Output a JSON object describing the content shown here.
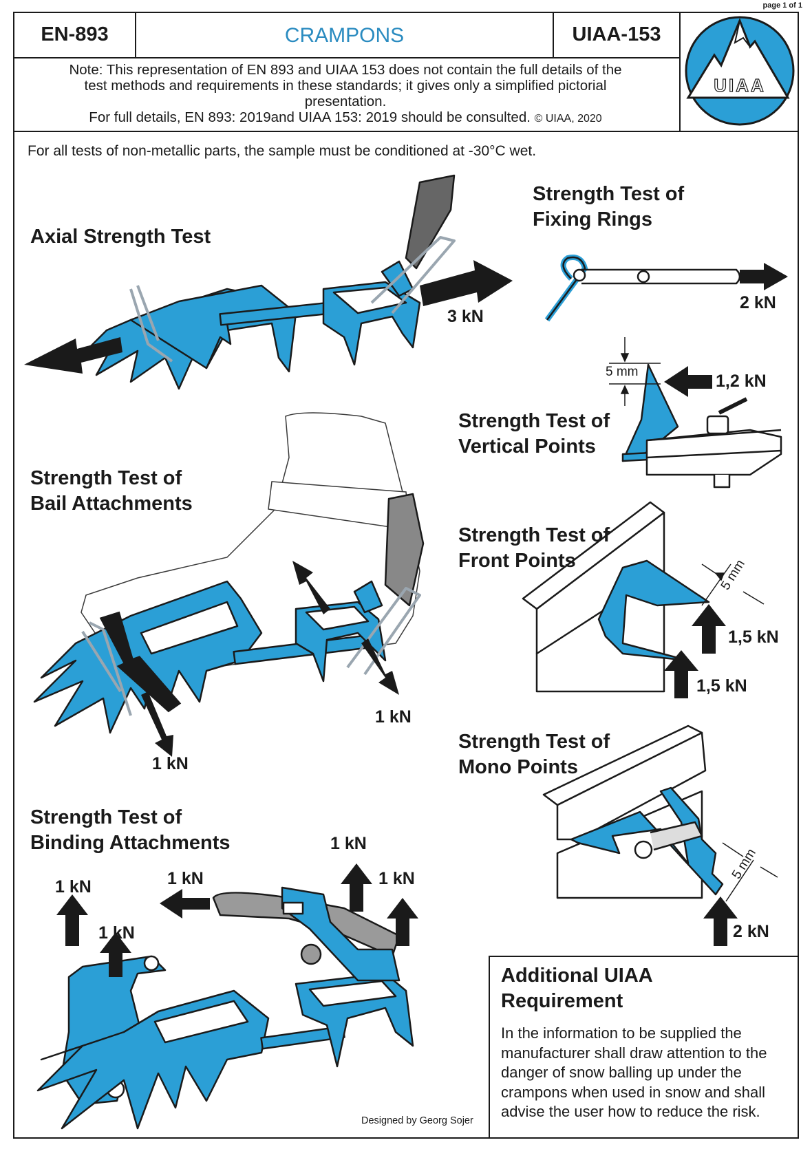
{
  "page_number": "page 1 of 1",
  "header": {
    "standard_left": "EN-893",
    "title": "CRAMPONS",
    "standard_right": "UIAA-153",
    "logo_text": "UIAA"
  },
  "note": {
    "line1": "Note: This representation of EN 893 and UIAA 153 does not contain the full details of the",
    "line2": "test methods and requirements in these standards; it gives only a simplified pictorial",
    "line3": "presentation.",
    "line4": "For full details, EN 893: 2019and UIAA 153: 2019 should be consulted.",
    "copyright": "© UIAA, 2020"
  },
  "conditioning_note": "For all tests of non-metallic parts, the sample must be conditioned at -30°C wet.",
  "tests": {
    "axial": {
      "title": "Axial Strength Test",
      "force": "3 kN"
    },
    "fixing_rings": {
      "title_line1": "Strength Test of",
      "title_line2": "Fixing Rings",
      "force": "2 kN"
    },
    "vertical_points": {
      "title_line1": "Strength Test of",
      "title_line2": "Vertical Points",
      "force": "1,2 kN",
      "dimension": "5 mm"
    },
    "bail": {
      "title_line1": "Strength Test of",
      "title_line2": "Bail Attachments",
      "force_front": "1 kN",
      "force_rear": "1 kN"
    },
    "front_points": {
      "title_line1": "Strength Test of",
      "title_line2": "Front Points",
      "force_upper": "1,5 kN",
      "force_lower": "1,5 kN",
      "dimension": "5 mm"
    },
    "mono_points": {
      "title_line1": "Strength Test of",
      "title_line2": "Mono Points",
      "force": "2 kN",
      "dimension": "5 mm"
    },
    "binding": {
      "title_line1": "Strength Test of",
      "title_line2": "Binding Attachments",
      "forces": [
        "1 kN",
        "1 kN",
        "1 kN",
        "1 kN",
        "1 kN"
      ]
    }
  },
  "additional": {
    "title_line1": "Additional UIAA",
    "title_line2": "Requirement",
    "body": "In the information to be supplied the manufacturer shall draw attention to the danger of snow balling up under the crampons when used in snow and shall advise the user how to reduce the risk."
  },
  "credit": "Designed by Georg Sojer",
  "colors": {
    "crampon_blue": "#2b9fd6",
    "title_blue": "#2a8bc0",
    "strap_grey": "#9a9a9a",
    "arrow": "#1a1a1a"
  }
}
